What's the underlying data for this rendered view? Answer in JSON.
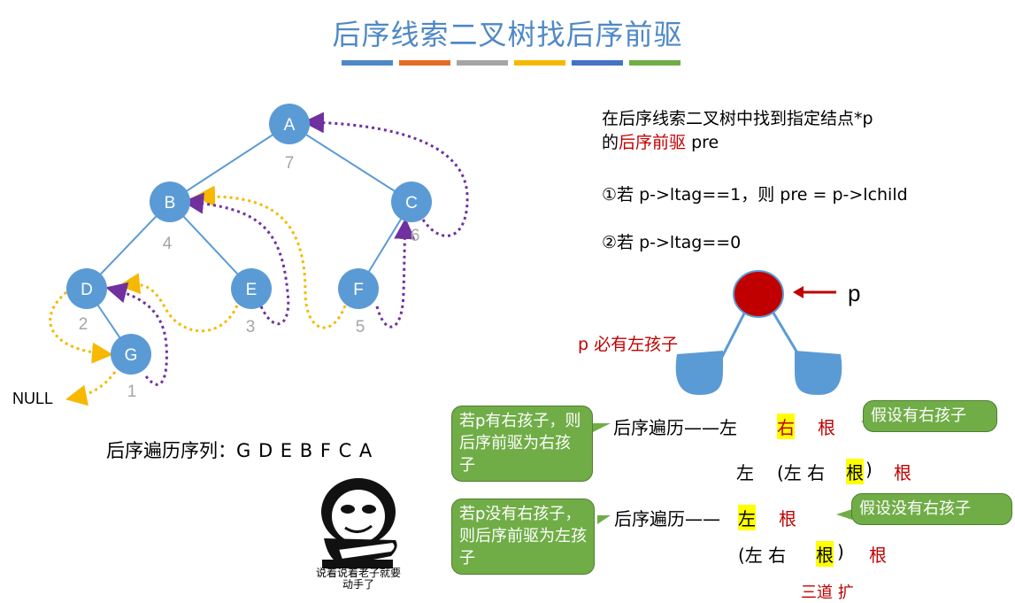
{
  "title": "后序线索二叉树找后序前驱",
  "title_bar_colors": [
    "#4f88c6",
    "#e46c25",
    "#a5a5a5",
    "#f6b800",
    "#4472c4",
    "#70ad47"
  ],
  "tree": {
    "nodes": [
      {
        "label": "A",
        "order": "7"
      },
      {
        "label": "B",
        "order": "4"
      },
      {
        "label": "C",
        "order": "6"
      },
      {
        "label": "D",
        "order": "2"
      },
      {
        "label": "E",
        "order": "3"
      },
      {
        "label": "F",
        "order": "5"
      },
      {
        "label": "G",
        "order": "1"
      }
    ],
    "null_label": "NULL",
    "node_color": "#5b9bd5",
    "thread_color_purple": "#7030a0",
    "thread_color_orange": "#f6b800"
  },
  "sequence": {
    "label": "后序遍历序列：",
    "value": "G D E B F C A"
  },
  "problem": {
    "line1": "在后序线索二叉树中找到指定结点*p",
    "line2_prefix": "的",
    "line2_red": "后序前驱",
    "line2_suffix": " pre"
  },
  "rules": {
    "rule1": "①若 p->ltag==1，则 pre = p->lchild",
    "rule2": "②若 p->ltag==0"
  },
  "diagram": {
    "p_label": "p",
    "must_have_left": "p 必有左孩子",
    "node_color": "#c00000",
    "child_color": "#5b9bd5"
  },
  "case1": {
    "callout": "若p有右孩子，则后序前驱为右孩子",
    "traversal_label": "后序遍历——",
    "t_left": "左",
    "t_right": "右",
    "t_root": "根",
    "assume": "假设有右孩子",
    "expand_left": "左",
    "expand_inner": "(左  右",
    "expand_root_hl": "根",
    "expand_close": ")",
    "expand_root": "根"
  },
  "case2": {
    "callout": "若p没有右孩子，则后序前驱为左孩子",
    "traversal_label": "后序遍历——",
    "t_left": "左",
    "t_root": "根",
    "assume": "假设没有右孩子",
    "expand_inner": "(左  右",
    "expand_root_hl": "根",
    "expand_close": ")",
    "expand_root": "根"
  },
  "meme_caption": "说着说着老子就要动手了",
  "partial_bottom_text": "三道 扩"
}
